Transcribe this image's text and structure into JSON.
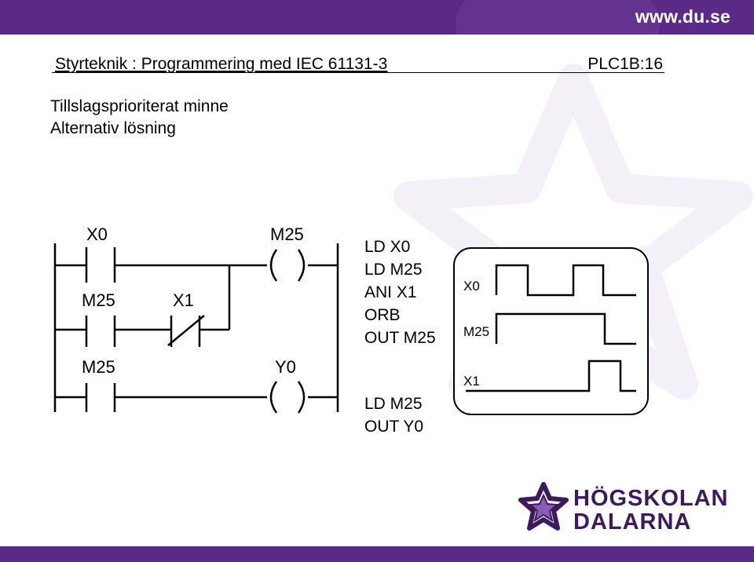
{
  "site_url": "www.du.se",
  "header": {
    "title": "Styrteknik : Programmering med IEC 61131-3",
    "code": "PLC1B:16"
  },
  "subtitle": {
    "line1": "Tillslagsprioriterat minne",
    "line2": "Alternativ lösning"
  },
  "ladder": {
    "contact_x0": "X0",
    "contact_m25_branch": "M25",
    "contact_x1": "X1",
    "contact_m25_second": "M25",
    "coil_m25": "M25",
    "coil_y0": "Y0"
  },
  "instruction_list": {
    "block1": [
      "LD X0",
      "LD M25",
      "ANI X1",
      "ORB",
      "OUT M25"
    ],
    "block2": [
      "LD M25",
      "OUT Y0"
    ]
  },
  "timing": {
    "signals": [
      "X0",
      "M25",
      "X1"
    ]
  },
  "logo": {
    "line1": "HÖGSKOLAN",
    "line2": "DALARNA"
  },
  "colors": {
    "brand_purple": "#5b2a86",
    "logo_text": "#3c1a5c"
  }
}
